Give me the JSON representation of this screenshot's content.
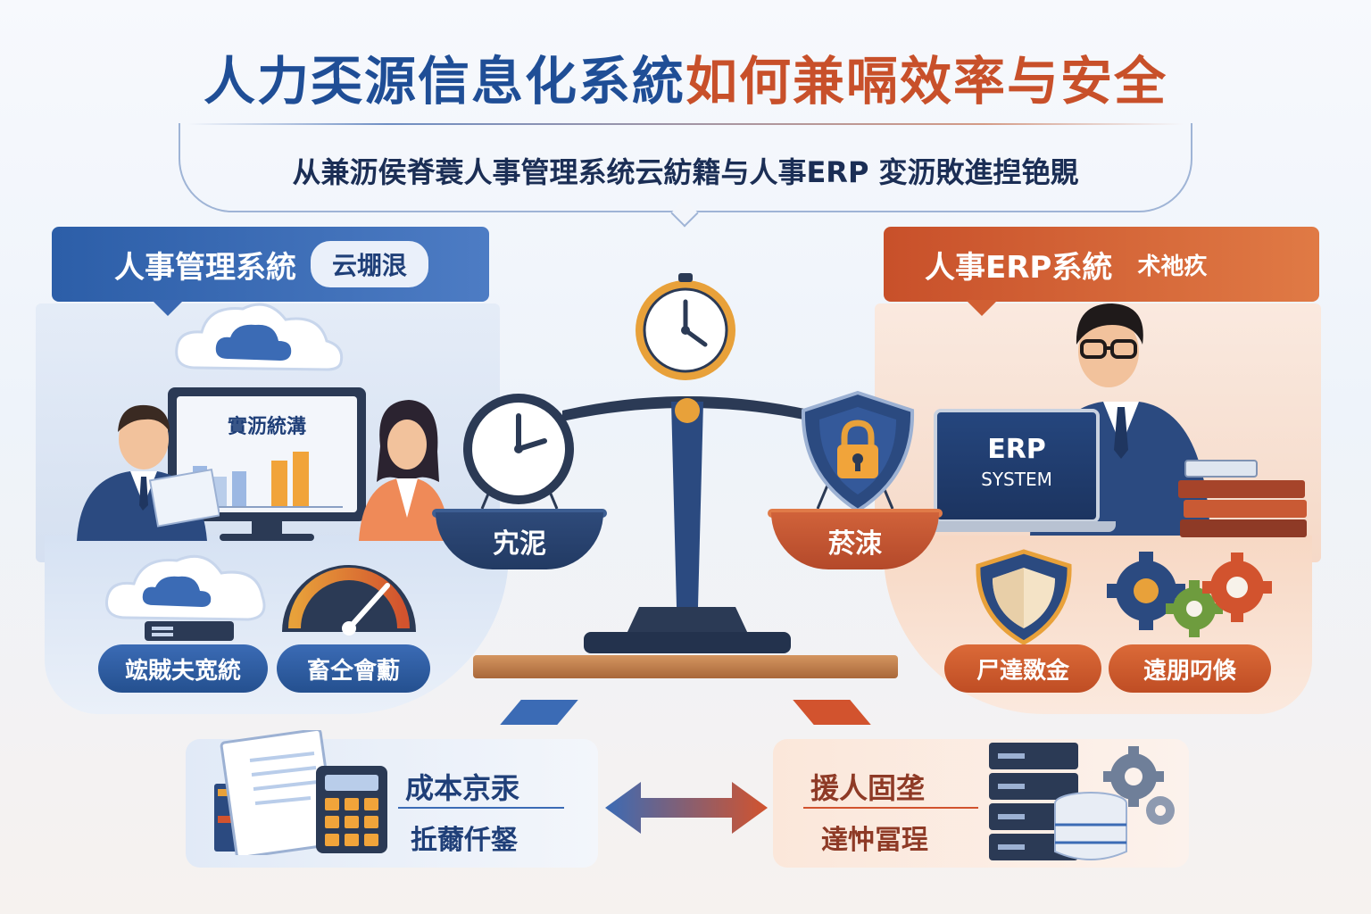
{
  "title": {
    "part1": "人力奀源信息化系統",
    "part2": "如何兼嗝效率与安全"
  },
  "subtitle": "从兼沥侯脊蓑人事管理系统云紡籍与人事ERP 変沥敗進揑铯覞",
  "left_panel": {
    "header": "人事管理系統",
    "header_pill": "云堋泿",
    "monitor_title": "實沥統溝",
    "badges": [
      "竤賊夫宽統",
      "畜仝會蘍"
    ]
  },
  "right_panel": {
    "header": "人事ERP系統",
    "header_tag": "术祂疚",
    "laptop_line1": "ERP",
    "laptop_line2": "SYSTEM",
    "badges": [
      "尸達敪金",
      "遠朋叼倏"
    ]
  },
  "scale": {
    "left_pan": "宄泥",
    "right_pan": "菸洓"
  },
  "bottom_left": {
    "line1": "成本京汞",
    "line2": "拞薾仟錖"
  },
  "bottom_right": {
    "line1": "援人固垄",
    "line2": "達忡冨珵"
  },
  "colors": {
    "blue": "#1f4e96",
    "orange": "#c8502a",
    "navy": "#2b3a55"
  }
}
